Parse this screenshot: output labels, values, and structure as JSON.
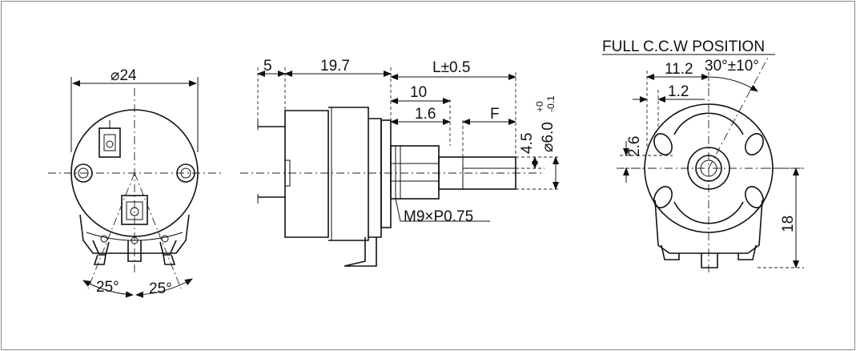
{
  "front_view": {
    "diameter_label": "⌀24",
    "angle_left": "25°",
    "angle_right": "25°"
  },
  "side_view": {
    "dim_a": "5",
    "dim_b": "19.7",
    "dim_c": "L±0.5",
    "dim_d": "10",
    "dim_e": "1.6",
    "dim_f": "F",
    "dim_g": "4.5",
    "shaft_dia": "⌀6.0",
    "shaft_tol_plus": "+0",
    "shaft_tol_minus": "-0.1",
    "thread": "M9×P0.75"
  },
  "rear_view": {
    "title": "FULL C.C.W  POSITION",
    "dim_a": "11.2",
    "angle": "30°±10°",
    "dim_b": "1.2",
    "dim_c": "2.6",
    "dim_d": "18"
  }
}
